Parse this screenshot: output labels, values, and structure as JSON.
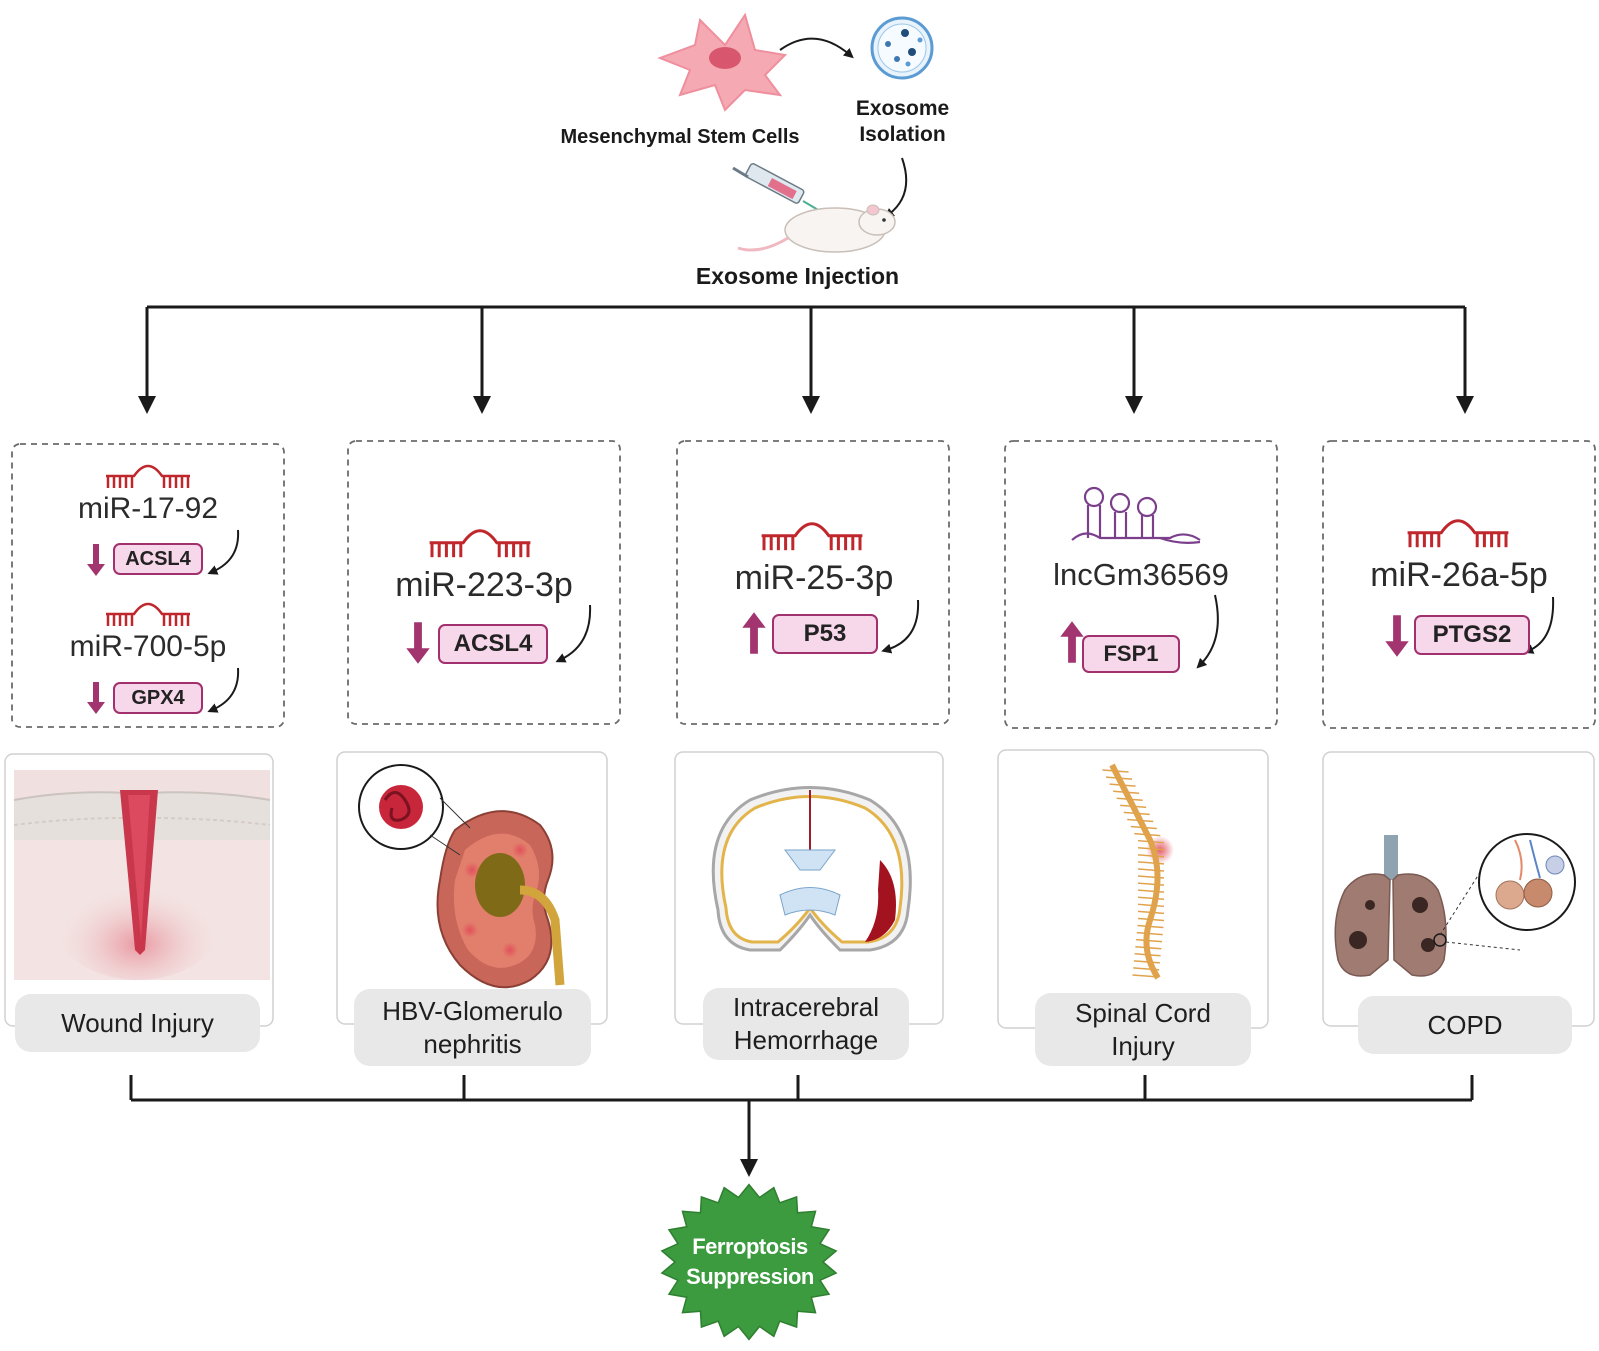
{
  "top": {
    "msc_label": "Mesenchymal Stem Cells",
    "isolation_label_1": "Exosome",
    "isolation_label_2": "Isolation",
    "injection_label": "Exosome Injection"
  },
  "panels": [
    {
      "mirnas": [
        {
          "name": "miR-17-92",
          "target": "ACSL4",
          "direction": "down"
        },
        {
          "name": "miR-700-5p",
          "target": "GPX4",
          "direction": "down"
        }
      ],
      "disease": [
        "Wound Injury"
      ],
      "image_icon": "wound-skin-illustration"
    },
    {
      "mirnas": [
        {
          "name": "miR-223-3p",
          "target": "ACSL4",
          "direction": "down"
        }
      ],
      "disease": [
        "HBV-Glomerulo",
        "nephritis"
      ],
      "image_icon": "kidney-illustration"
    },
    {
      "mirnas": [
        {
          "name": "miR-25-3p",
          "target": "P53",
          "direction": "up"
        }
      ],
      "disease": [
        "Intracerebral",
        "Hemorrhage"
      ],
      "image_icon": "brain-section-illustration"
    },
    {
      "mirnas": [
        {
          "name": "lncGm36569",
          "target": "FSP1",
          "direction": "up"
        }
      ],
      "disease": [
        "Spinal Cord",
        "Injury"
      ],
      "image_icon": "spinal-cord-illustration"
    },
    {
      "mirnas": [
        {
          "name": "miR-26a-5p",
          "target": "PTGS2",
          "direction": "down"
        }
      ],
      "disease": [
        "COPD"
      ],
      "image_icon": "lungs-illustration"
    }
  ],
  "outcome": {
    "line1": "Ferroptosis",
    "line2": "Suppression"
  },
  "colors": {
    "rna_red": "#c0272d",
    "gene_fill": "#f7d7ea",
    "gene_border": "#a0306e",
    "arrow_magenta": "#a2346f",
    "lncrna_purple": "#7b3f8c",
    "outcome_green": "#3b9b3e",
    "pill_gray": "#e8e8e8"
  }
}
